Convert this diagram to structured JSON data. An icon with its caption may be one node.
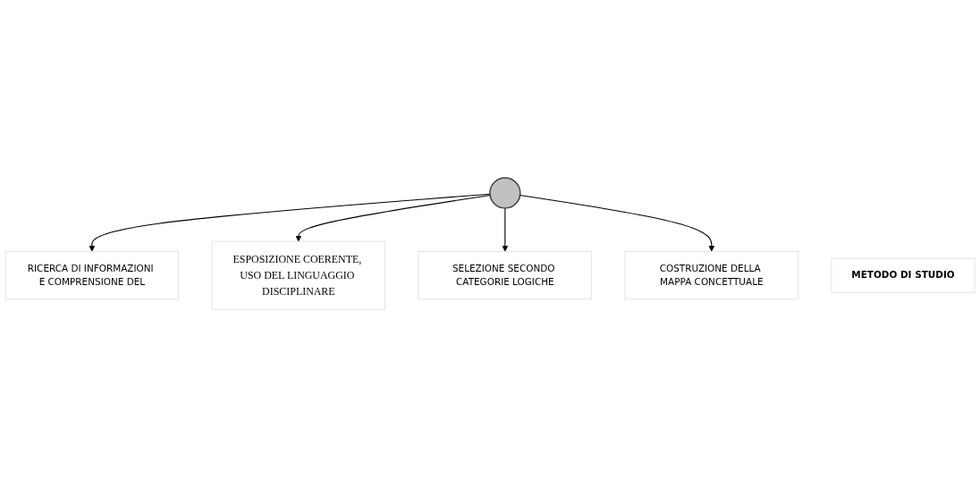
{
  "diagram": {
    "nodes": [
      {
        "text": [
          "RICERCA DI INFORMAZIONI E COMPRENSIONE DEL"
        ]
      },
      {
        "text": [
          "ESPOSIZIONE COERENTE, USO DEL LINGUAGGIO DISCIPLINARE"
        ]
      },
      {
        "text": [],
        "shape": "circle"
      },
      {
        "text": [
          "METODO DI STUDIO"
        ]
      },
      {
        "text": [
          "SELEZIONE SECONDO CATEGORIE LOGICHE"
        ]
      },
      {
        "text": [
          "COSTRUZIONE DELLA MAPPA CONCETTUALE"
        ]
      }
    ],
    "edges": [
      {
        "from": 2,
        "to": 0,
        "arrow": "to"
      },
      {
        "from": 2,
        "to": 1,
        "arrow": "to"
      },
      {
        "from": 2,
        "to": 4,
        "arrow": "to"
      },
      {
        "from": 2,
        "to": 5,
        "arrow": "to"
      }
    ]
  }
}
